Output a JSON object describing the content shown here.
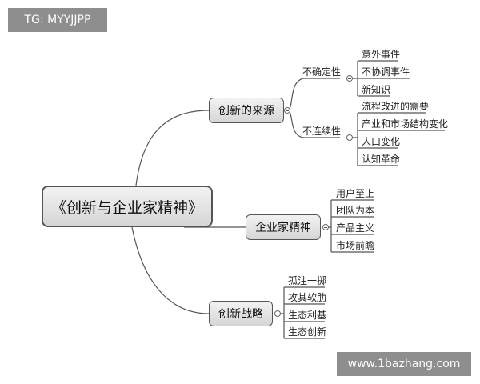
{
  "watermarks": {
    "top_left": "TG: MYYJJPP",
    "bottom_right": "www.1bazhang.com"
  },
  "mindmap": {
    "root": "《创新与企业家精神》",
    "branches": [
      {
        "label": "创新的来源",
        "groups": [
          {
            "label": "不确定性",
            "items": [
              "意外事件",
              "不协调事件",
              "新知识"
            ]
          },
          {
            "label": "不连续性",
            "items": [
              "流程改进的需要",
              "产业和市场结构变化",
              "人口变化",
              "认知革命"
            ]
          }
        ]
      },
      {
        "label": "企业家精神",
        "items": [
          "用户至上",
          "团队为本",
          "产品主义",
          "市场前瞻"
        ]
      },
      {
        "label": "创新战略",
        "items": [
          "孤注一掷",
          "攻其软肋",
          "生态利基",
          "生态创新"
        ]
      }
    ]
  }
}
